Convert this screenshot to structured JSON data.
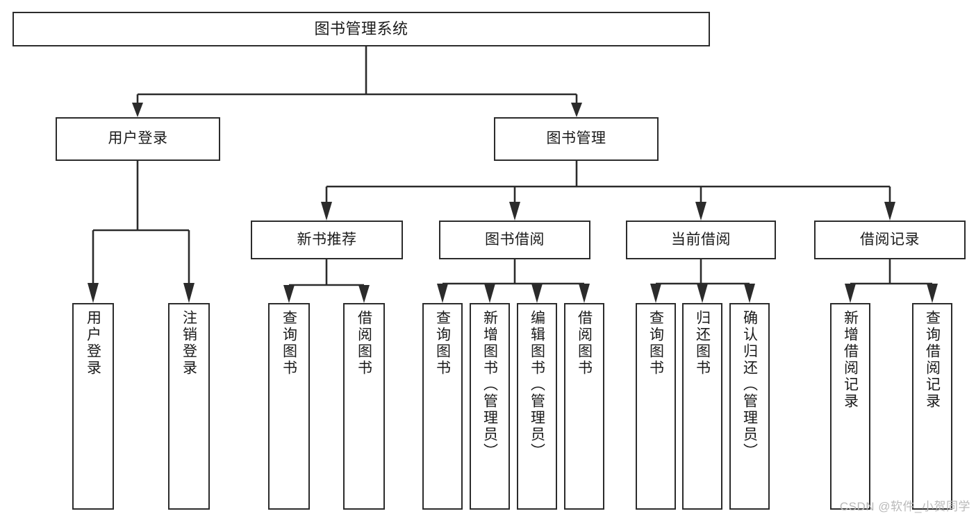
{
  "diagram": {
    "title": "图书管理系统",
    "type": "功能结构图",
    "watermark": "CSDN @软件_小贺同学",
    "colors": {
      "stroke": "#2b2b2b",
      "fill": "#ffffff",
      "text": "#1a1a1a",
      "watermark": "#b9b9b9"
    },
    "nodes": {
      "root": {
        "label": "图书管理系统"
      },
      "level2": [
        {
          "id": "user-login",
          "label": "用户登录"
        },
        {
          "id": "book-manage",
          "label": "图书管理"
        }
      ],
      "level3": [
        {
          "id": "new-book-rec",
          "label": "新书推荐"
        },
        {
          "id": "book-borrow",
          "label": "图书借阅"
        },
        {
          "id": "current-borrow",
          "label": "当前借阅"
        },
        {
          "id": "borrow-record",
          "label": "借阅记录"
        }
      ],
      "leaves": {
        "user-login": [
          {
            "id": "leaf-user-login",
            "label": "用户登录"
          },
          {
            "id": "leaf-user-logout",
            "label": "注销登录"
          }
        ],
        "new-book-rec": [
          {
            "id": "leaf-query-book-1",
            "label": "查询图书"
          },
          {
            "id": "leaf-borrow-book-1",
            "label": "借阅图书"
          }
        ],
        "book-borrow": [
          {
            "id": "leaf-query-book-2",
            "label": "查询图书"
          },
          {
            "id": "leaf-add-book",
            "label": "新增图书（管理员）"
          },
          {
            "id": "leaf-edit-book",
            "label": "编辑图书（管理员）"
          },
          {
            "id": "leaf-borrow-book-2",
            "label": "借阅图书"
          }
        ],
        "current-borrow": [
          {
            "id": "leaf-query-book-3",
            "label": "查询图书"
          },
          {
            "id": "leaf-return-book",
            "label": "归还图书"
          },
          {
            "id": "leaf-confirm-return",
            "label": "确认归还（管理员）"
          }
        ],
        "borrow-record": [
          {
            "id": "leaf-add-record",
            "label": "新增借阅记录"
          },
          {
            "id": "leaf-query-record",
            "label": "查询借阅记录"
          }
        ]
      }
    },
    "edges": [
      {
        "from": "root",
        "to": "user-login"
      },
      {
        "from": "root",
        "to": "book-manage"
      },
      {
        "from": "user-login",
        "to": "leaf-user-login"
      },
      {
        "from": "user-login",
        "to": "leaf-user-logout"
      },
      {
        "from": "book-manage",
        "to": "new-book-rec"
      },
      {
        "from": "book-manage",
        "to": "book-borrow"
      },
      {
        "from": "book-manage",
        "to": "current-borrow"
      },
      {
        "from": "book-manage",
        "to": "borrow-record"
      },
      {
        "from": "new-book-rec",
        "to": "leaf-query-book-1"
      },
      {
        "from": "new-book-rec",
        "to": "leaf-borrow-book-1"
      },
      {
        "from": "book-borrow",
        "to": "leaf-query-book-2"
      },
      {
        "from": "book-borrow",
        "to": "leaf-add-book"
      },
      {
        "from": "book-borrow",
        "to": "leaf-edit-book"
      },
      {
        "from": "book-borrow",
        "to": "leaf-borrow-book-2"
      },
      {
        "from": "current-borrow",
        "to": "leaf-query-book-3"
      },
      {
        "from": "current-borrow",
        "to": "leaf-return-book"
      },
      {
        "from": "current-borrow",
        "to": "leaf-confirm-return"
      },
      {
        "from": "borrow-record",
        "to": "leaf-add-record"
      },
      {
        "from": "borrow-record",
        "to": "leaf-query-record"
      }
    ]
  }
}
